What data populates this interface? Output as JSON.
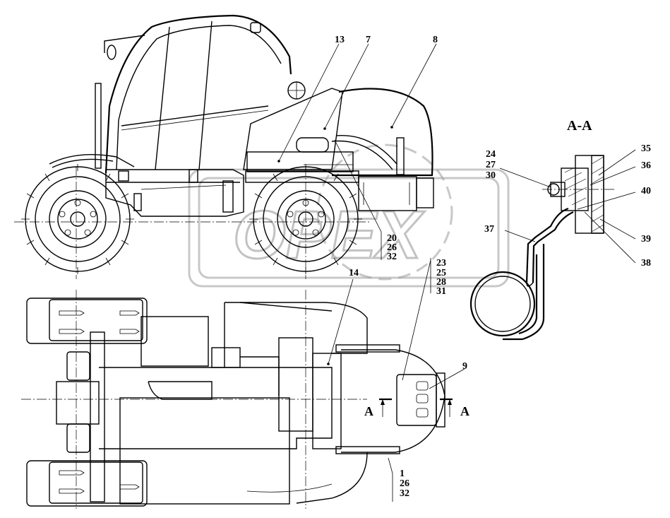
{
  "section_title": "A-A",
  "section_marks": {
    "left": "A",
    "right": "A"
  },
  "watermark": "OPEX",
  "callouts": {
    "c13": "13",
    "c7": "7",
    "c8": "8",
    "c14": "14",
    "c9": "9",
    "c35": "35",
    "c36": "36",
    "c40": "40",
    "c39": "39",
    "c38": "38",
    "c37": "37",
    "stack_24_27_30": [
      "24",
      "27",
      "30"
    ],
    "stack_20_26_32": [
      "20",
      "26",
      "32"
    ],
    "stack_23_25_28_31": [
      "23",
      "25",
      "28",
      "31"
    ],
    "stack_1_26_32": [
      "1",
      "26",
      "32"
    ]
  }
}
